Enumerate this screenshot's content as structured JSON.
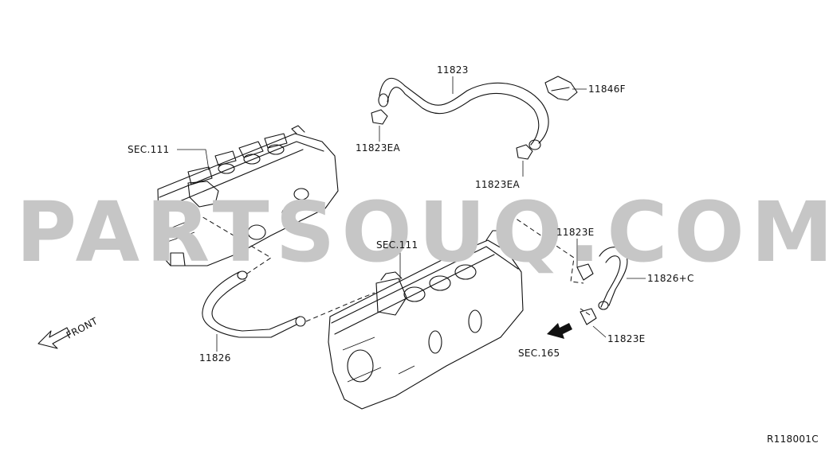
{
  "watermark": "PARTSOUQ.COM",
  "labels": {
    "hose_upper": "11823",
    "clamp_upper_right": "11846F",
    "clamp_upper_left": "11823EA",
    "clamp_upper_mid": "11823EA",
    "section_upper": "SEC.111",
    "section_lower": "SEC.111",
    "clamp_right_top": "11823E",
    "hose_right": "11826+C",
    "clamp_right_bottom": "11823E",
    "section_bottom": "SEC.165",
    "hose_lower": "11826",
    "front_arrow": "FRONT",
    "diagram_code": "R118001C"
  }
}
